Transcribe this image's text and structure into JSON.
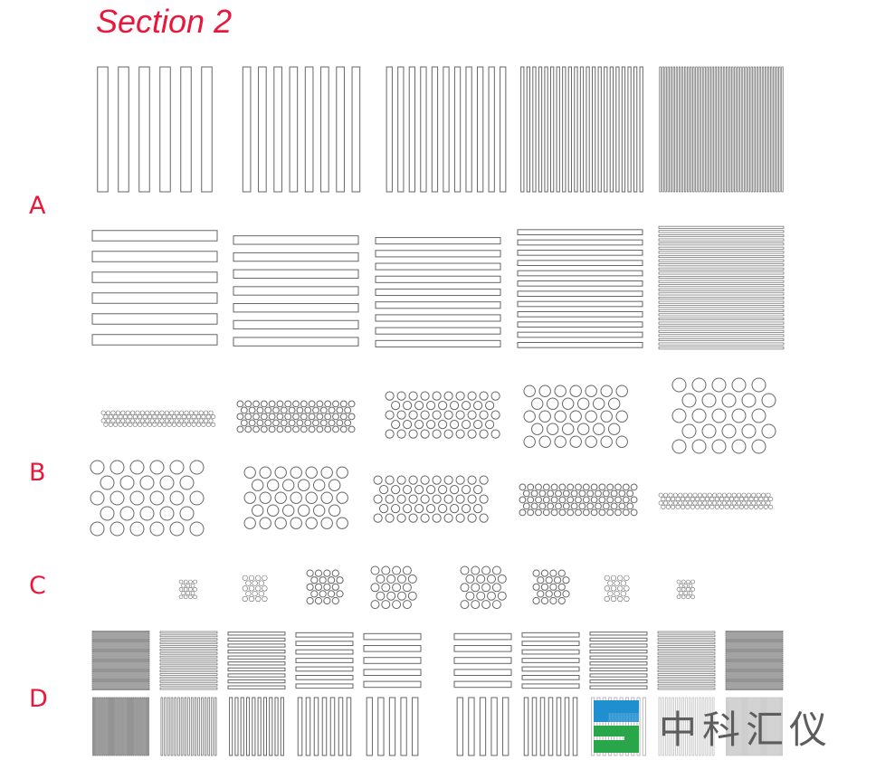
{
  "title": "Section 2",
  "rows": [
    {
      "label": "A"
    },
    {
      "label": "B"
    },
    {
      "label": "C"
    },
    {
      "label": "D"
    }
  ],
  "watermark": {
    "text": "中科汇仪"
  },
  "colors": {
    "title": "#e8173b",
    "label": "#e8173b",
    "pattern_stroke": "#666666",
    "logo_blue": "#1f8fd0",
    "logo_green": "#2aa64a",
    "logo_text": "#5d5d5d"
  }
}
